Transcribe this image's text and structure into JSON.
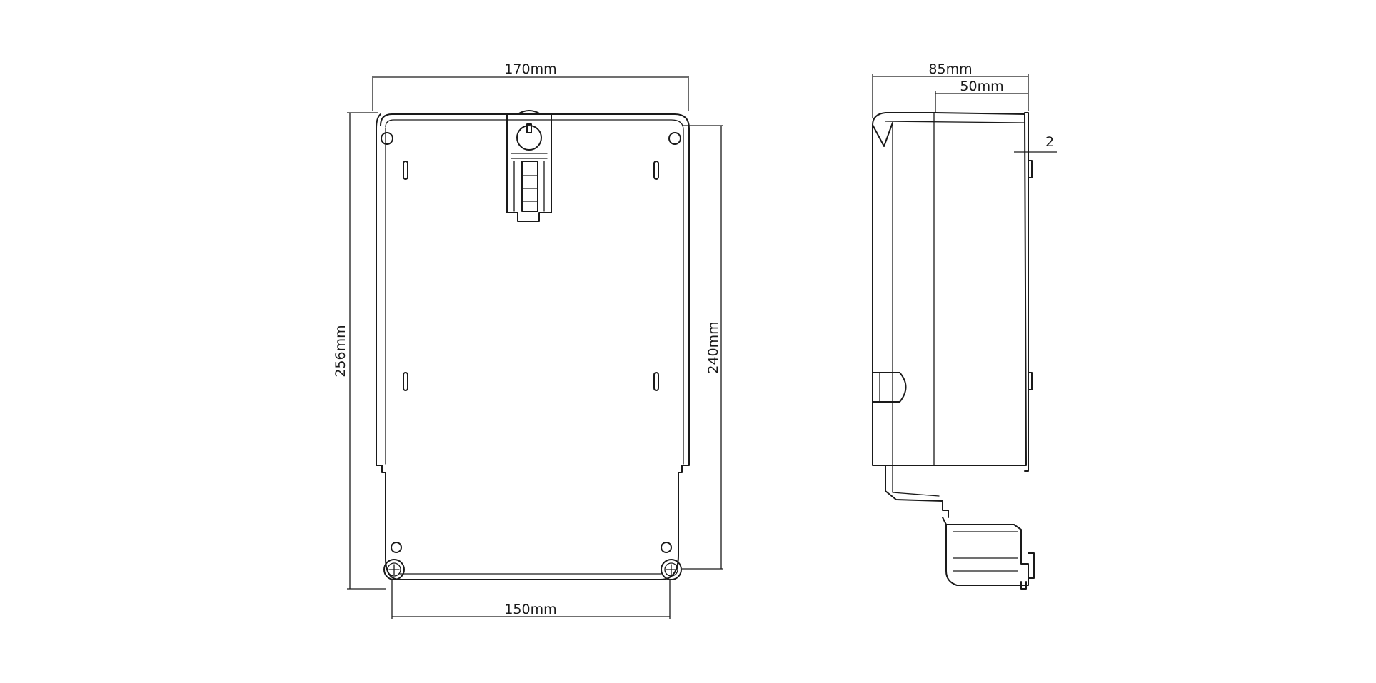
{
  "front_view": {
    "width_top": "170mm",
    "height_overall": "256mm",
    "height_hole_span": "240mm",
    "width_bottom": "150mm"
  },
  "side_view": {
    "depth_overall": "85mm",
    "depth_rear": "50mm",
    "flange_thickness": "2"
  }
}
